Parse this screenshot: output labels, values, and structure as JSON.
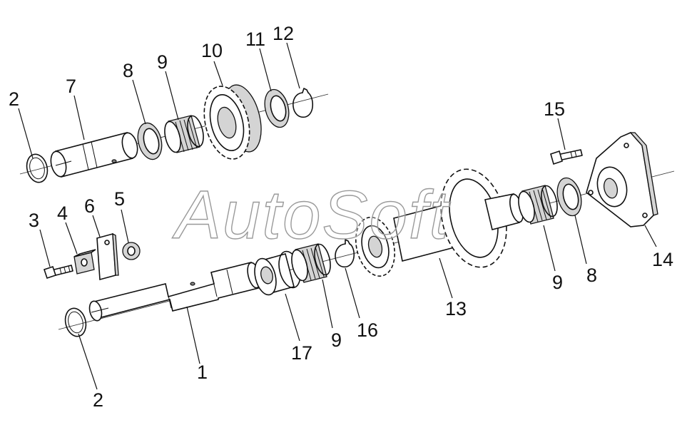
{
  "watermark": "AutoSoft",
  "callouts": {
    "c1": "1",
    "c2_top": "2",
    "c2_bottom": "2",
    "c3": "3",
    "c4": "4",
    "c5": "5",
    "c6": "6",
    "c7": "7",
    "c8_top": "8",
    "c8_right": "8",
    "c9_top": "9",
    "c9_mid": "9",
    "c9_right": "9",
    "c10": "10",
    "c11": "11",
    "c12": "12",
    "c13": "13",
    "c14": "14",
    "c15": "15",
    "c16": "16",
    "c17": "17"
  }
}
